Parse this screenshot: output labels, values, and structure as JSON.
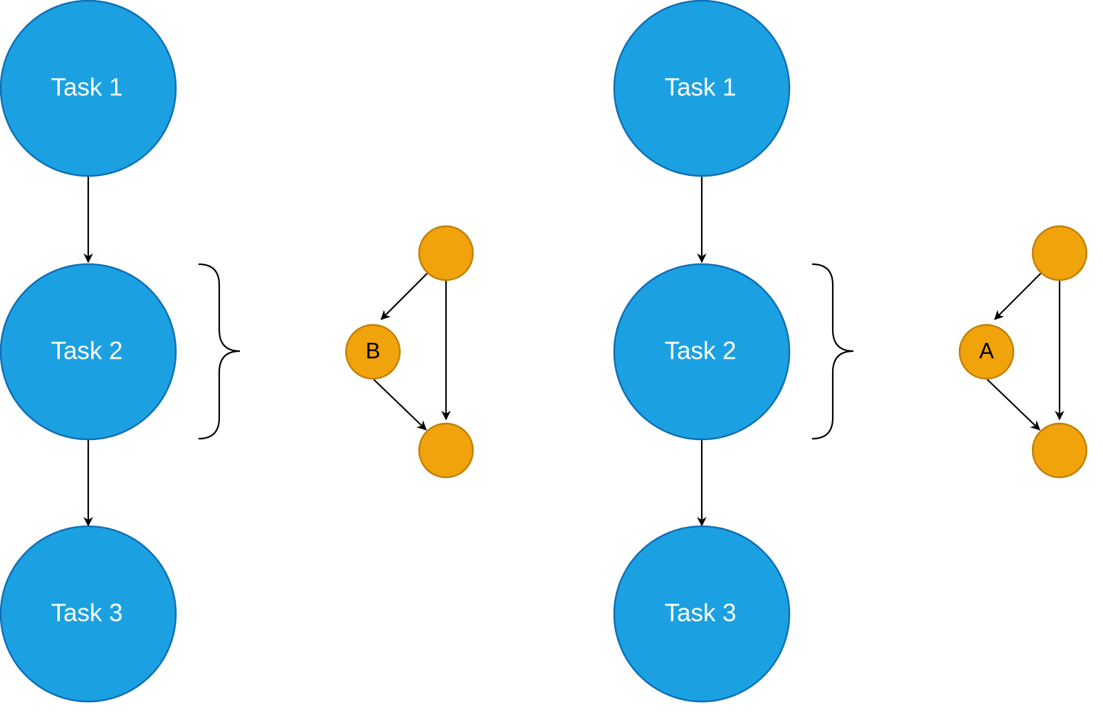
{
  "colors": {
    "task_fill": "#1ba1e2",
    "task_stroke": "#0e6fb5",
    "task_text": "#ffffff",
    "subtask_fill": "#f0a30a",
    "subtask_stroke": "#c27f05",
    "subtask_text": "#000000",
    "edge": "#000000"
  },
  "panels": [
    {
      "id": "left",
      "tasks": [
        {
          "label": "Task 1"
        },
        {
          "label": "Task 2"
        },
        {
          "label": "Task 3"
        }
      ],
      "subgraph": {
        "middle_label": "B"
      }
    },
    {
      "id": "right",
      "tasks": [
        {
          "label": "Task 1"
        },
        {
          "label": "Task 2"
        },
        {
          "label": "Task 3"
        }
      ],
      "subgraph": {
        "middle_label": "A"
      }
    }
  ]
}
